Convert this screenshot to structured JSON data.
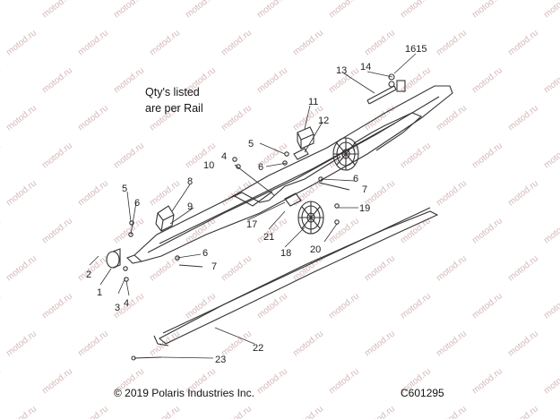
{
  "note": {
    "line1": "Qty's listed",
    "line2": "are per Rail"
  },
  "footer": {
    "copyright": "© 2019 Polaris Industries Inc.",
    "code": "C601295"
  },
  "watermark": "motod.ru",
  "callouts": {
    "c1": "1",
    "c2": "2",
    "c3": "3",
    "c4": "4",
    "c5a": "5",
    "c5b": "5",
    "c4b": "4",
    "c6a": "6",
    "c6b": "6",
    "c6c": "6",
    "c6d": "6",
    "c7a": "7",
    "c7b": "7",
    "c8": "8",
    "c9": "9",
    "c10": "10",
    "c11": "11",
    "c12": "12",
    "c13": "13",
    "c14": "14",
    "c1615": "1615",
    "c17": "17",
    "c18": "18",
    "c19": "19",
    "c20": "20",
    "c21": "21",
    "c22": "22",
    "c23": "23"
  },
  "colors": {
    "line": "#333333",
    "watermark": "#d6b8b8"
  }
}
